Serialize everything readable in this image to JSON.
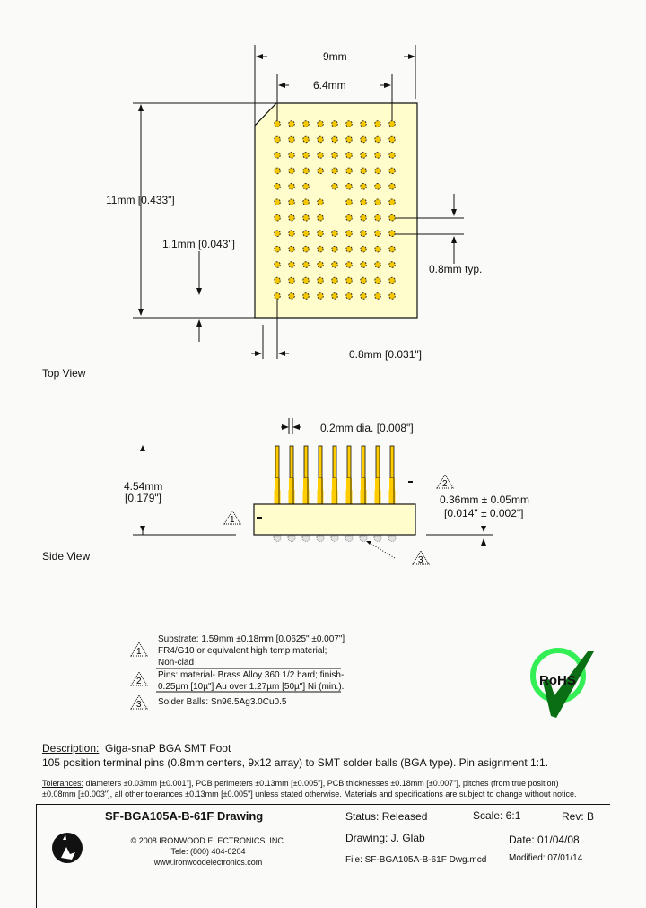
{
  "top_view": {
    "label": "Top View",
    "dim_width_outer": "9mm",
    "dim_width_pins": "6.4mm",
    "dim_height": "11mm  [0.433\"]",
    "dim_edge_offset": "1.1mm  [0.043\"]",
    "dim_pitch_typ": "0.8mm typ.",
    "dim_side_offset": "0.8mm  [0.031\"]",
    "grid": {
      "cols": 9,
      "rows": 12,
      "missing": [
        [
          4,
          3
        ],
        [
          5,
          4
        ],
        [
          6,
          4
        ]
      ],
      "pin_count": 105
    },
    "colors": {
      "body": "#fffdcc",
      "pin": "#f6c800",
      "outline": "#111111"
    }
  },
  "side_view": {
    "label": "Side View",
    "dim_pin_dia": "0.2mm dia.  [0.008\"]",
    "dim_height_mm": "4.54mm",
    "dim_height_in": "[0.179\"]",
    "dim_ball_mm": "0.36mm ± 0.05mm",
    "dim_ball_in": "[0.014\" ± 0.002\"]",
    "pin_count_visible": 9,
    "callouts": [
      "1",
      "2",
      "3"
    ],
    "colors": {
      "body": "#fffdcc",
      "pin": "#ffcc00",
      "ball": "#e2e2e2"
    }
  },
  "notes": [
    {
      "id": "1",
      "lines": [
        "Substrate: 1.59mm ±0.18mm [0.0625\" ±0.007\"]",
        "FR4/G10 or equivalent high temp material;",
        "Non-clad"
      ]
    },
    {
      "id": "2",
      "lines": [
        "Pins: material- Brass Alloy 360 1/2 hard; finish-",
        "0.25µm [10µ\"] Au over 1.27µm [50µ\"] Ni (min.)."
      ]
    },
    {
      "id": "3",
      "lines": [
        "Solder Balls: Sn96.5Ag3.0Cu0.5"
      ]
    }
  ],
  "rohs": {
    "label": "RoHS",
    "ring_color": "#33ee55",
    "check_color": "#0a6e14"
  },
  "description": {
    "label": "Description:",
    "title": "Giga-snaP BGA SMT Foot",
    "body": "105 position terminal pins (0.8mm centers, 9x12 array) to SMT solder balls (BGA type). Pin asignment 1:1."
  },
  "tolerances": {
    "label": "Tolerances:",
    "line1": "diameters ±0.03mm [±0.001\"], PCB perimeters ±0.13mm [±0.005\"], PCB thicknesses ±0.18mm [±0.007\"], pitches (from true position)",
    "line2": "±0.08mm [±0.003\"], all other tolerances ±0.13mm [±0.005\"] unless stated otherwise.  Materials and specifications are subject to change without notice."
  },
  "title_block": {
    "drawing_title": "SF-BGA105A-B-61F Drawing",
    "copyright": "© 2008 IRONWOOD ELECTRONICS, INC.",
    "phone": "Tele: (800) 404-0204",
    "website": "www.ironwoodelectronics.com",
    "status": "Status: Released",
    "scale": "Scale: 6:1",
    "rev": "Rev: B",
    "drawn_by": "Drawing: J. Glab",
    "date": "Date: 01/04/08",
    "file": "File: SF-BGA105A-B-61F Dwg.mcd",
    "modified": "Modified:  07/01/14"
  }
}
